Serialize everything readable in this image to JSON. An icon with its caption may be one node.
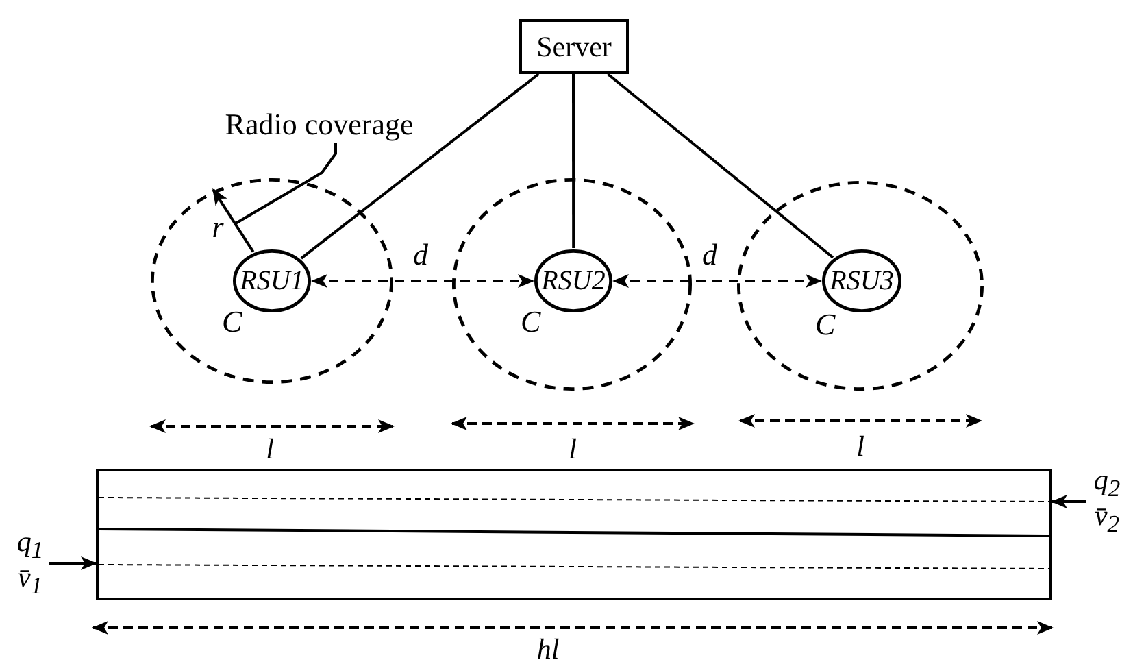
{
  "diagram": {
    "nodes": [
      {
        "text": [
          "Server"
        ]
      },
      {
        "text": [
          "Radio coverage"
        ]
      },
      {
        "text": [],
        "shape": "circle"
      },
      {
        "text": [
          "RSU1"
        ],
        "in": 2,
        "beside": [
          "C"
        ]
      },
      {
        "text": [],
        "shape": "circle"
      },
      {
        "text": [
          "RSU2"
        ],
        "in": 4,
        "beside": [
          "C"
        ]
      },
      {
        "text": [],
        "shape": "circle"
      },
      {
        "text": [
          "RSU3"
        ],
        "in": 6,
        "beside": [
          "C"
        ]
      },
      {
        "text": [],
        "shape": "box"
      },
      {
        "text": [
          "q$_{1}$",
          "v̄$_{1}$"
        ]
      },
      {
        "text": [
          "q$_{2}$",
          "v̄$_{2}$"
        ]
      }
    ],
    "edges": [
      {
        "from": 0,
        "to": 3,
        "arrow": "none"
      },
      {
        "from": 0,
        "to": 5,
        "arrow": "none"
      },
      {
        "from": 0,
        "to": 7,
        "arrow": "none"
      },
      {
        "from": 3,
        "to": 5,
        "arrow": "both",
        "style": "dashed",
        "label": "d"
      },
      {
        "from": 5,
        "to": 7,
        "arrow": "both",
        "style": "dashed",
        "label": "d"
      },
      {
        "from": 1,
        "to": 2,
        "arrow": "none"
      },
      {
        "from": 9,
        "to": 8,
        "arrow": "to"
      },
      {
        "from": 10,
        "to": 8,
        "arrow": "to"
      },
      {
        "from": 3,
        "to": 2,
        "arrow": "to",
        "label": "r"
      }
    ],
    "labels": [
      "l",
      "l",
      "l",
      "hl"
    ]
  }
}
